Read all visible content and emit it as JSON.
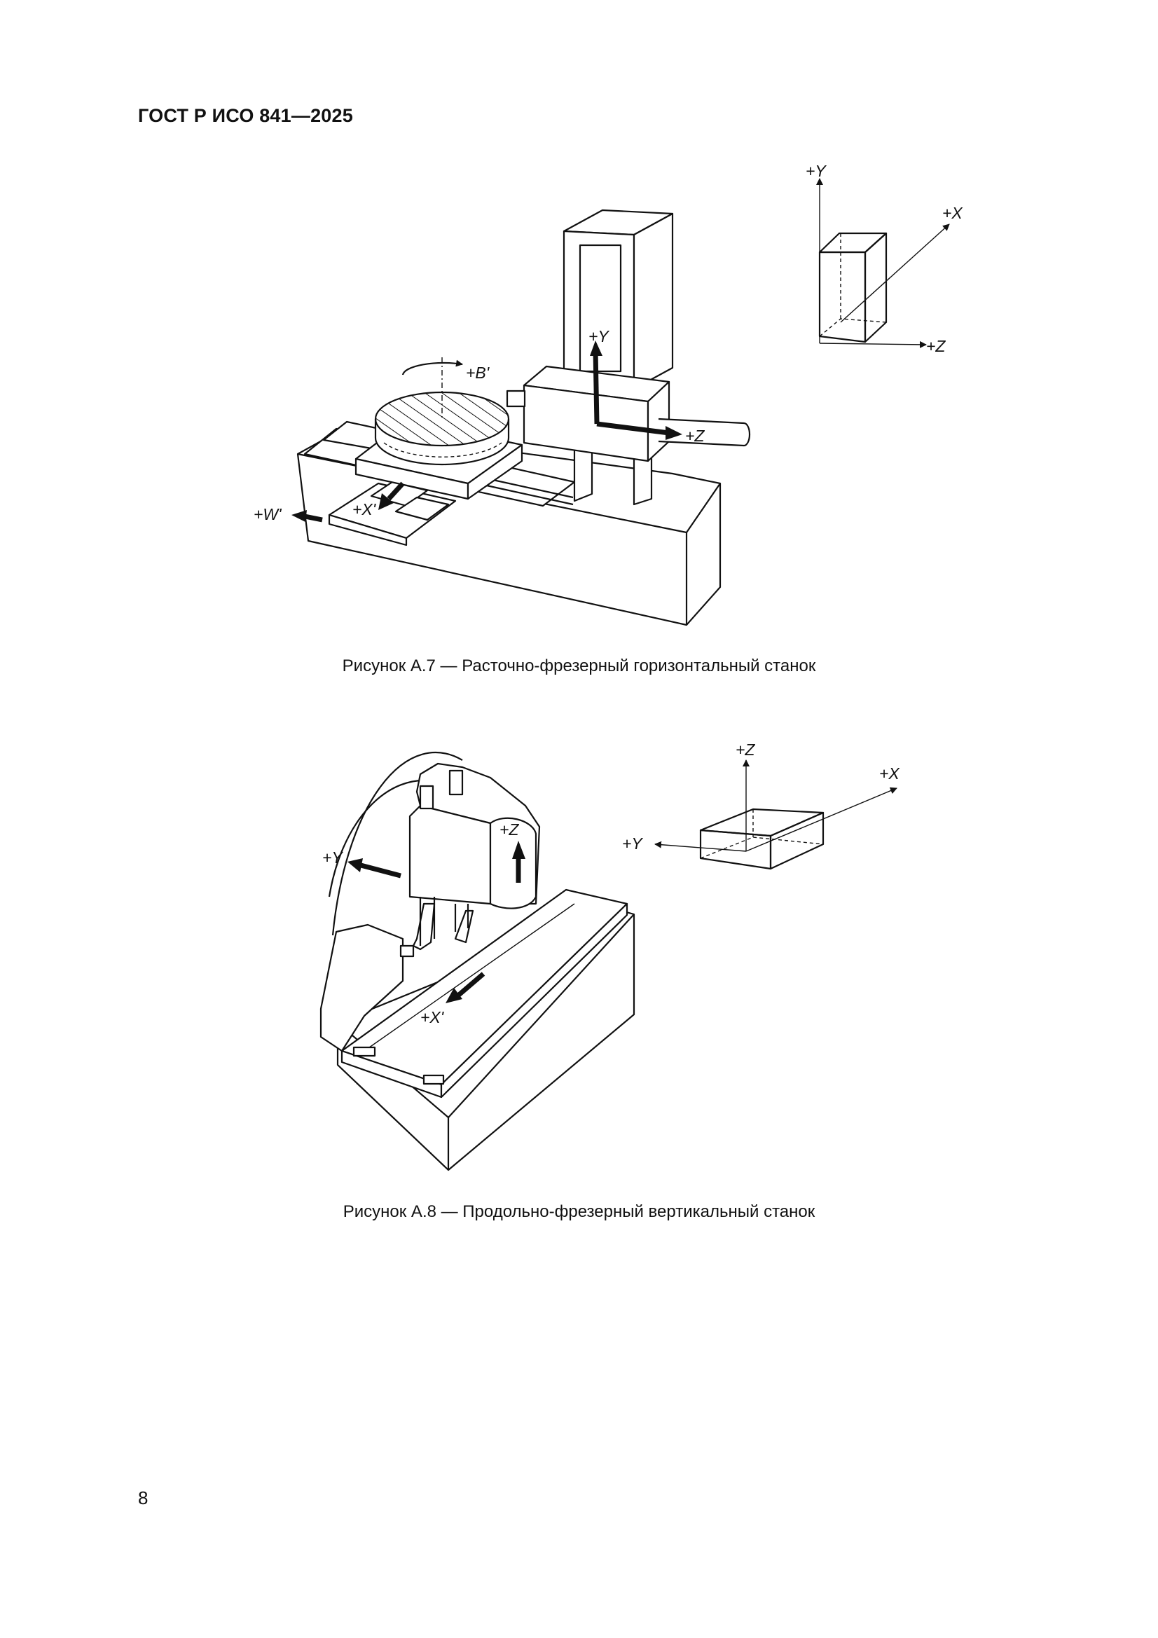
{
  "header": {
    "title": "ГОСТ Р ИСО 841—2025"
  },
  "figure_a7": {
    "caption": "Рисунок А.7 — Расточно-фрезерный горизонтальный станок",
    "labels": {
      "y": "+Y",
      "z": "+Z",
      "b": "+B'",
      "x_prime": "+X'",
      "w_prime": "+W'"
    },
    "triad": {
      "y": "+Y",
      "x": "+X",
      "z": "+Z"
    }
  },
  "figure_a8": {
    "caption": "Рисунок А.8 — Продольно-фрезерный вертикальный станок",
    "labels": {
      "z": "+Z",
      "y": "+Y",
      "x_prime": "+X'"
    },
    "triad": {
      "z": "+Z",
      "x": "+X",
      "y": "+Y"
    }
  },
  "footer": {
    "page_number": "8"
  }
}
